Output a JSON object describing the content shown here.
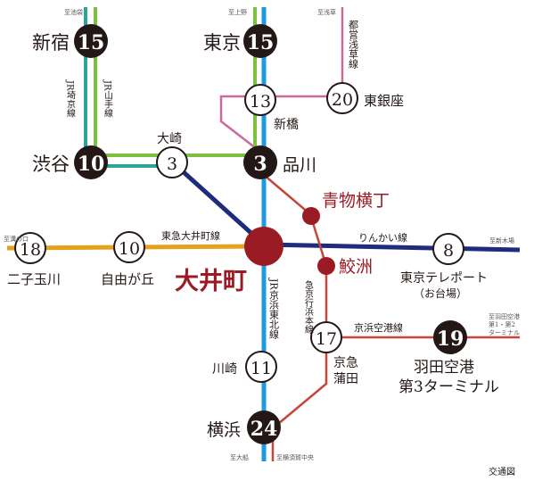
{
  "colors": {
    "jr_green": "#7fbf3f",
    "jr_teal": "#2aa59a",
    "jr_blue": "#1e9be0",
    "navy": "#1f2b7b",
    "orange": "#e3a21a",
    "red": "#c5473a",
    "pink": "#cc6aa0",
    "dark_red": "#9b1b25",
    "black": "#231815"
  },
  "stations": {
    "shinjuku": {
      "name": "新宿",
      "minutes": "15"
    },
    "tokyo": {
      "name": "東京",
      "minutes": "15"
    },
    "shimbashi": {
      "name": "新橋",
      "minutes": "13"
    },
    "higashi_ginza": {
      "name": "東銀座",
      "minutes": "20"
    },
    "shibuya": {
      "name": "渋谷",
      "minutes": "10"
    },
    "osaki": {
      "name": "大崎",
      "minutes": "3"
    },
    "shinagawa": {
      "name": "品川",
      "minutes": "3"
    },
    "aomono_yokocho": {
      "name": "青物横丁"
    },
    "samezu": {
      "name": "鮫洲"
    },
    "oimachi": {
      "name": "大井町"
    },
    "futako_tamagawa": {
      "name": "二子玉川",
      "minutes": "18"
    },
    "jiyugaoka": {
      "name": "自由が丘",
      "minutes": "10"
    },
    "tokyo_teleport": {
      "name": "東京テレポート",
      "sub": "（お台場）",
      "minutes": "8"
    },
    "kawasaki_kyukyu": {
      "name_line1": "京急",
      "name_line2": "蒲田",
      "minutes": "17"
    },
    "haneda": {
      "name_line1": "羽田空港",
      "name_line2": "第3ターミナル",
      "minutes": "19"
    },
    "kawasaki": {
      "name": "川崎",
      "minutes": "11"
    },
    "yokohama": {
      "name": "横浜",
      "minutes": "24"
    }
  },
  "lines": {
    "jr_saikyo": "JR埼京線",
    "jr_yamanote": "JR山手線",
    "asakusa": "都営浅草線",
    "oimachi_line": "東急大井町線",
    "rinkai": "りんかい線",
    "keihin_tohoku": "JR京浜東北線",
    "keikyu_main": "急京行浜本線",
    "keikyu_airport": "京浜空港線"
  },
  "terminals": {
    "top_shinjuku": "至池袋",
    "top_tokyo": "至上野",
    "top_asakusa": "至浅草",
    "left_oimachi": "至溝の口",
    "right_rinkai": "至新木場",
    "right_haneda_1": "至羽田空港",
    "right_haneda_2": "第1・第2",
    "right_haneda_3": "ターミナル",
    "bottom_jr": "至大船",
    "bottom_keikyu": "至横須賀中央"
  },
  "caption": "交通図"
}
